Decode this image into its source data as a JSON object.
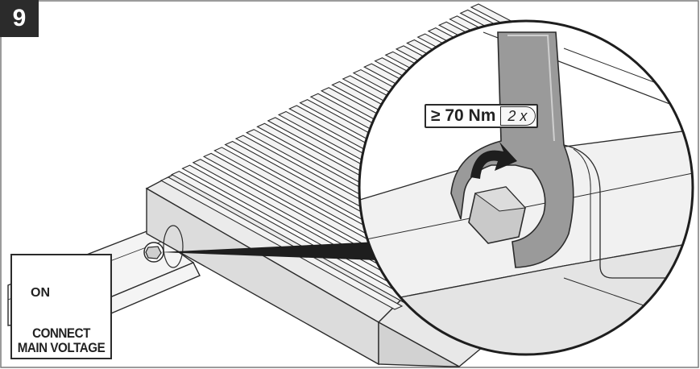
{
  "step": {
    "number": "9"
  },
  "torque": {
    "value": "≥ 70 Nm",
    "repeat": "2 x"
  },
  "switch": {
    "state_label": "ON",
    "caption_line1": "CONNECT",
    "caption_line2": "MAIN VOLTAGE"
  },
  "icons": [
    "torque-arrow-icon",
    "wrench-icon",
    "hex-bolt-icon",
    "hand-icon",
    "power-switch-icon"
  ],
  "colors": {
    "line": "#2b2b2b",
    "background": "#ffffff",
    "panel": "#eaeaea",
    "badge": "#2b2b2b",
    "wrench": "#9a9a9a"
  }
}
